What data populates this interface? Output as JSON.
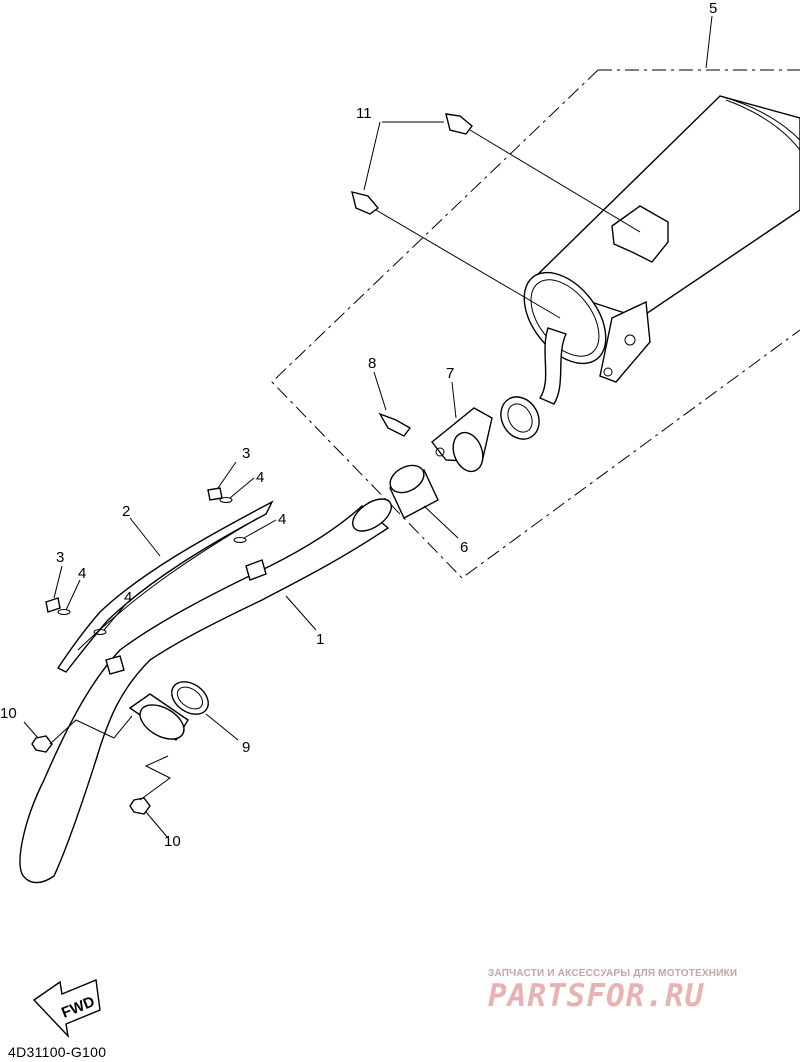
{
  "callouts": {
    "c1": "1",
    "c2": "2",
    "c3a": "3",
    "c3b": "3",
    "c4a": "4",
    "c4b": "4",
    "c4c": "4",
    "c4d": "4",
    "c5": "5",
    "c6": "6",
    "c7": "7",
    "c8": "8",
    "c9": "9",
    "c10a": "10",
    "c10b": "10",
    "c11": "11"
  },
  "fwd_label": "FWD",
  "diagram_code": "4D31100-G100",
  "watermark": {
    "tagline": "ЗАПЧАСТИ И АКСЕССУАРЫ ДЛЯ МОТОТЕХНИКИ",
    "logo": "PARTSFOR.RU"
  }
}
